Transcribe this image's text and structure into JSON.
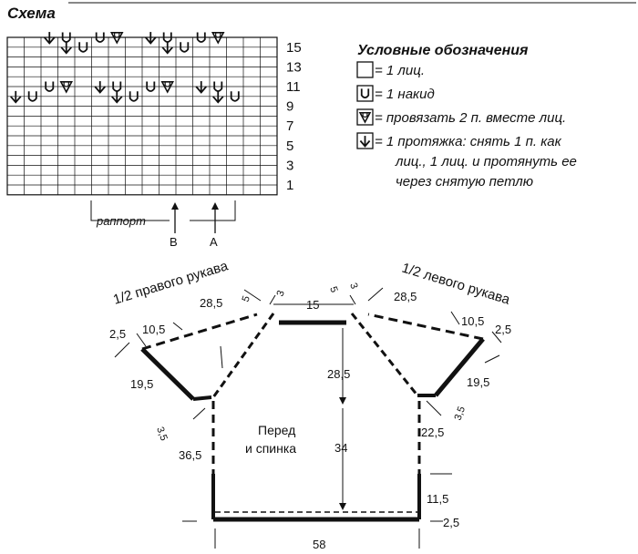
{
  "title": "Схема",
  "grid": {
    "cols": 16,
    "rows": 16,
    "row_numbers": [
      "15",
      "13",
      "11",
      "9",
      "7",
      "5",
      "3",
      "1"
    ],
    "cells": [
      {
        "row": 16,
        "col": 3,
        "sym": "slip"
      },
      {
        "row": 16,
        "col": 4,
        "sym": "yo"
      },
      {
        "row": 16,
        "col": 6,
        "sym": "yo"
      },
      {
        "row": 16,
        "col": 7,
        "sym": "k2tog"
      },
      {
        "row": 16,
        "col": 9,
        "sym": "slip"
      },
      {
        "row": 16,
        "col": 10,
        "sym": "yo"
      },
      {
        "row": 16,
        "col": 12,
        "sym": "yo"
      },
      {
        "row": 16,
        "col": 13,
        "sym": "k2tog"
      },
      {
        "row": 15,
        "col": 4,
        "sym": "slip"
      },
      {
        "row": 15,
        "col": 5,
        "sym": "yo"
      },
      {
        "row": 15,
        "col": 10,
        "sym": "slip"
      },
      {
        "row": 15,
        "col": 11,
        "sym": "yo"
      },
      {
        "row": 11,
        "col": 3,
        "sym": "yo"
      },
      {
        "row": 11,
        "col": 4,
        "sym": "k2tog"
      },
      {
        "row": 11,
        "col": 6,
        "sym": "slip"
      },
      {
        "row": 11,
        "col": 7,
        "sym": "yo"
      },
      {
        "row": 11,
        "col": 9,
        "sym": "yo"
      },
      {
        "row": 11,
        "col": 10,
        "sym": "k2tog"
      },
      {
        "row": 11,
        "col": 12,
        "sym": "slip"
      },
      {
        "row": 11,
        "col": 13,
        "sym": "yo"
      },
      {
        "row": 10,
        "col": 1,
        "sym": "slip"
      },
      {
        "row": 10,
        "col": 2,
        "sym": "yo"
      },
      {
        "row": 10,
        "col": 7,
        "sym": "slip"
      },
      {
        "row": 10,
        "col": 8,
        "sym": "yo"
      },
      {
        "row": 10,
        "col": 13,
        "sym": "slip"
      },
      {
        "row": 10,
        "col": 14,
        "sym": "yo"
      }
    ],
    "repeat_label": "раппорт",
    "marker_b": "B",
    "marker_a": "A"
  },
  "legend": {
    "title": "Условные обозначения",
    "items": [
      {
        "sym": "empty",
        "lines": [
          "= 1 лиц."
        ]
      },
      {
        "sym": "yo",
        "lines": [
          "= 1 накид"
        ]
      },
      {
        "sym": "k2tog",
        "lines": [
          "= провязать 2 п. вместе лиц."
        ]
      },
      {
        "sym": "slip",
        "lines": [
          "= 1 протяжка: снять 1 п. как",
          "лиц., 1 лиц. и протянуть ее",
          "через снятую петлю"
        ]
      }
    ]
  },
  "pattern": {
    "right_sleeve_label": "1/2 правого рукава",
    "left_sleeve_label": "1/2 левого рукава",
    "body_label_line1": "Перед",
    "body_label_line2": "и спинка",
    "dims": {
      "right_raglan": "28,5",
      "left_raglan": "28,5",
      "neck": "15",
      "neck_tick_a": "5",
      "neck_tick_b": "3",
      "sleeve_cuff_a": "2,5",
      "sleeve_cuff_b": "10,5",
      "sleeve_length": "19,5",
      "underarm": "3,5",
      "raglan_depth": "28,5",
      "body_side_left": "36,5",
      "body_side_right": "22,5",
      "body_length": "34",
      "hem_height": "11,5",
      "hem_band": "2,5",
      "width": "58"
    }
  },
  "colors": {
    "ink": "#111111",
    "paper": "#ffffff"
  }
}
